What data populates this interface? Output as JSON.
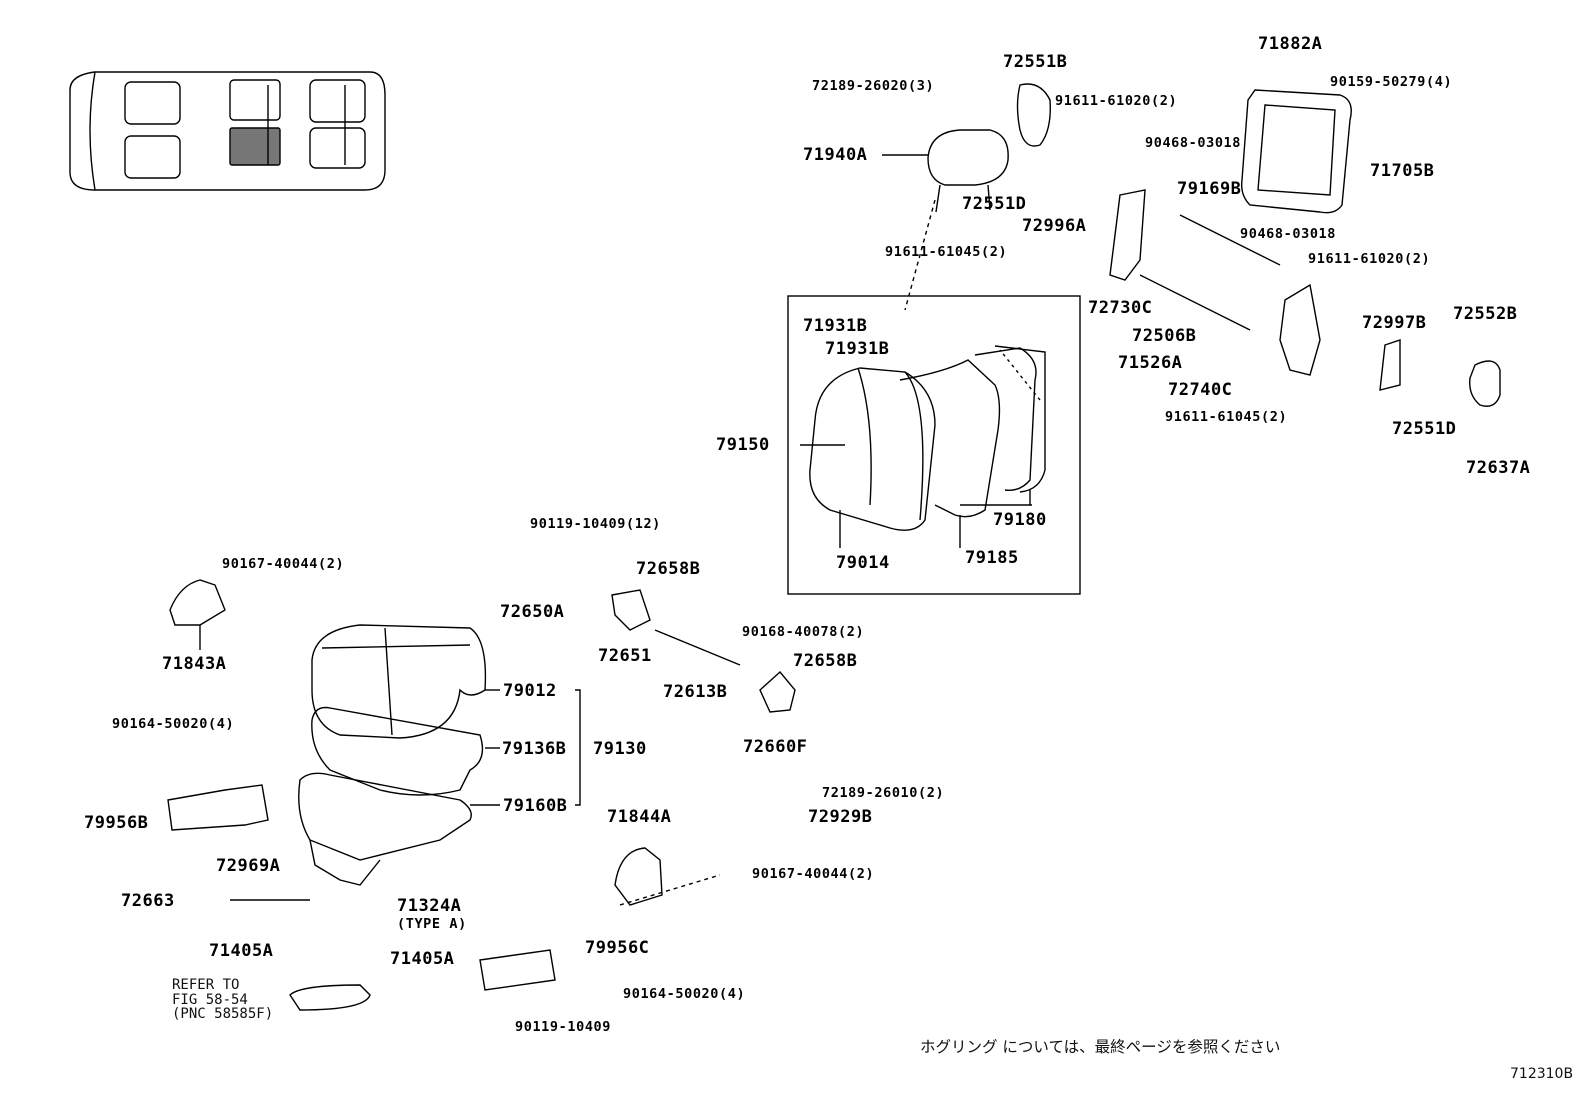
{
  "footnote": "ホグリング については、最終ページを参照ください",
  "figure_code": "712310B",
  "refer_note": {
    "line1": "REFER TO",
    "line2": "FIG 58-54",
    "line3": "(PNC 58585F)"
  },
  "part_labels": [
    {
      "id": "l1",
      "text": "72551B",
      "big": true
    },
    {
      "id": "l2",
      "text": "72189-26020(3)",
      "big": false
    },
    {
      "id": "l3",
      "text": "91611-61020(2)",
      "big": false
    },
    {
      "id": "l4",
      "text": "71940A",
      "big": true
    },
    {
      "id": "l5",
      "text": "90468-03018",
      "big": false
    },
    {
      "id": "l6",
      "text": "72551D",
      "big": true
    },
    {
      "id": "l7",
      "text": "79169B",
      "big": true
    },
    {
      "id": "l8",
      "text": "72996A",
      "big": true
    },
    {
      "id": "l9",
      "text": "91611-61045(2)",
      "big": false
    },
    {
      "id": "l10",
      "text": "71882A",
      "big": true
    },
    {
      "id": "l11",
      "text": "90159-50279(4)",
      "big": false
    },
    {
      "id": "l12",
      "text": "71705B",
      "big": true
    },
    {
      "id": "l13",
      "text": "90468-03018",
      "big": false
    },
    {
      "id": "l14",
      "text": "91611-61020(2)",
      "big": false
    },
    {
      "id": "l15",
      "text": "72730C",
      "big": true
    },
    {
      "id": "l16",
      "text": "72997B",
      "big": true
    },
    {
      "id": "l17",
      "text": "72552B",
      "big": true
    },
    {
      "id": "l18",
      "text": "72506B",
      "big": true
    },
    {
      "id": "l19",
      "text": "71526A",
      "big": true
    },
    {
      "id": "l20",
      "text": "72740C",
      "big": true
    },
    {
      "id": "l21",
      "text": "91611-61045(2)",
      "big": false
    },
    {
      "id": "l22",
      "text": "72551D",
      "big": true
    },
    {
      "id": "l23",
      "text": "72637A",
      "big": true
    },
    {
      "id": "l24",
      "text": "71931B",
      "big": true
    },
    {
      "id": "l25",
      "text": "71931B",
      "big": true
    },
    {
      "id": "l26",
      "text": "79150",
      "big": true
    },
    {
      "id": "l27",
      "text": "79180",
      "big": true
    },
    {
      "id": "l28",
      "text": "79014",
      "big": true
    },
    {
      "id": "l29",
      "text": "79185",
      "big": true
    },
    {
      "id": "l30",
      "text": "90119-10409(12)",
      "big": false
    },
    {
      "id": "l31",
      "text": "72658B",
      "big": true
    },
    {
      "id": "l32",
      "text": "72650A",
      "big": true
    },
    {
      "id": "l33",
      "text": "90168-40078(2)",
      "big": false
    },
    {
      "id": "l34",
      "text": "72651",
      "big": true
    },
    {
      "id": "l35",
      "text": "72658B",
      "big": true
    },
    {
      "id": "l36",
      "text": "72613B",
      "big": true
    },
    {
      "id": "l37",
      "text": "72660F",
      "big": true
    },
    {
      "id": "l38",
      "text": "90167-40044(2)",
      "big": false
    },
    {
      "id": "l39",
      "text": "71843A",
      "big": true
    },
    {
      "id": "l40",
      "text": "79012",
      "big": true
    },
    {
      "id": "l41",
      "text": "90164-50020(4)",
      "big": false
    },
    {
      "id": "l42",
      "text": "79136B",
      "big": true
    },
    {
      "id": "l43",
      "text": "79130",
      "big": true
    },
    {
      "id": "l44",
      "text": "72189-26010(2)",
      "big": false
    },
    {
      "id": "l45",
      "text": "79160B",
      "big": true
    },
    {
      "id": "l46",
      "text": "72929B",
      "big": true
    },
    {
      "id": "l47",
      "text": "79956B",
      "big": true
    },
    {
      "id": "l48",
      "text": "71844A",
      "big": true
    },
    {
      "id": "l49",
      "text": "72969A",
      "big": true
    },
    {
      "id": "l50",
      "text": "90167-40044(2)",
      "big": false
    },
    {
      "id": "l51",
      "text": "72663",
      "big": true
    },
    {
      "id": "l52",
      "text": "71324A",
      "big": true
    },
    {
      "id": "l53",
      "text": "(TYPE A)",
      "big": false
    },
    {
      "id": "l54",
      "text": "71405A",
      "big": true
    },
    {
      "id": "l55",
      "text": "71405A",
      "big": true
    },
    {
      "id": "l56",
      "text": "79956C",
      "big": true
    },
    {
      "id": "l57",
      "text": "90164-50020(4)",
      "big": false
    },
    {
      "id": "l58",
      "text": "90119-10409",
      "big": false
    }
  ]
}
